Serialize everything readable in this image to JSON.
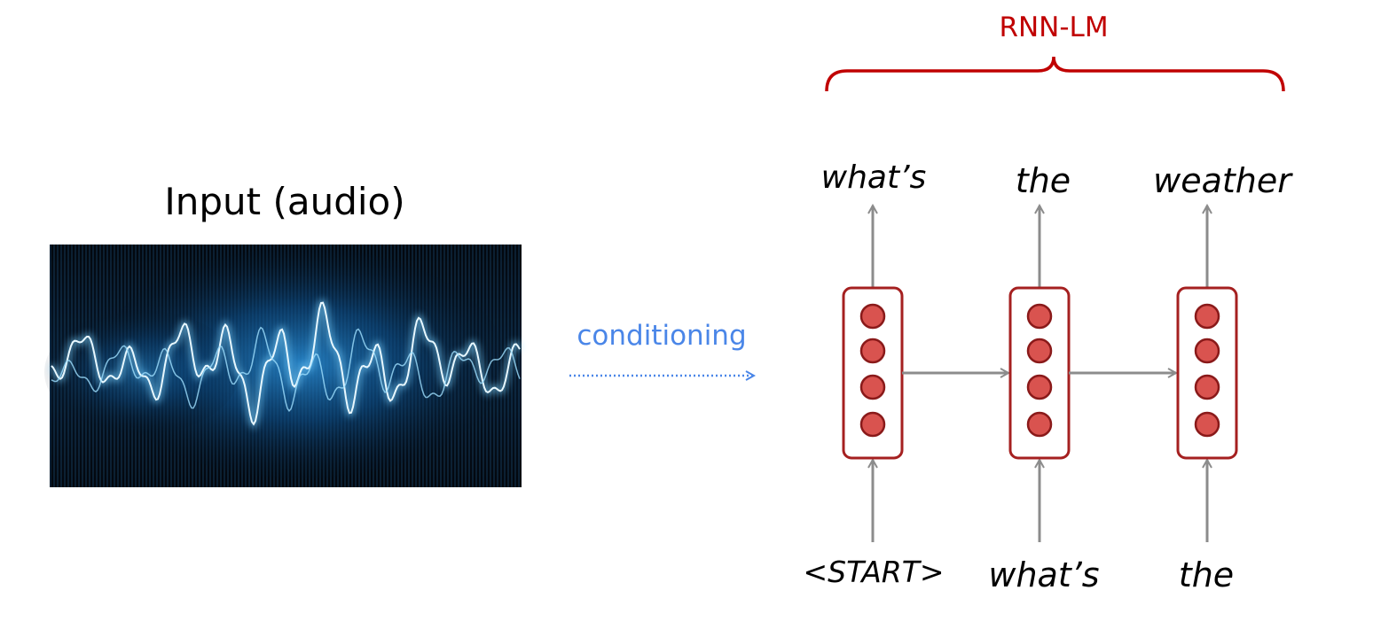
{
  "input": {
    "title": "Input (audio)"
  },
  "conditioning": {
    "label": "conditioning",
    "color": "#4a86e8"
  },
  "rnn_lm": {
    "label": "RNN-LM",
    "color": "#c00000"
  },
  "outputs": [
    "what’s",
    "the",
    "weather"
  ],
  "inputs": [
    "<START>",
    "what’s",
    "the"
  ],
  "cell": {
    "units": 4,
    "border_color": "#a52020",
    "unit_color": "#d9534f"
  },
  "arrow_color": "#8c8c8c"
}
